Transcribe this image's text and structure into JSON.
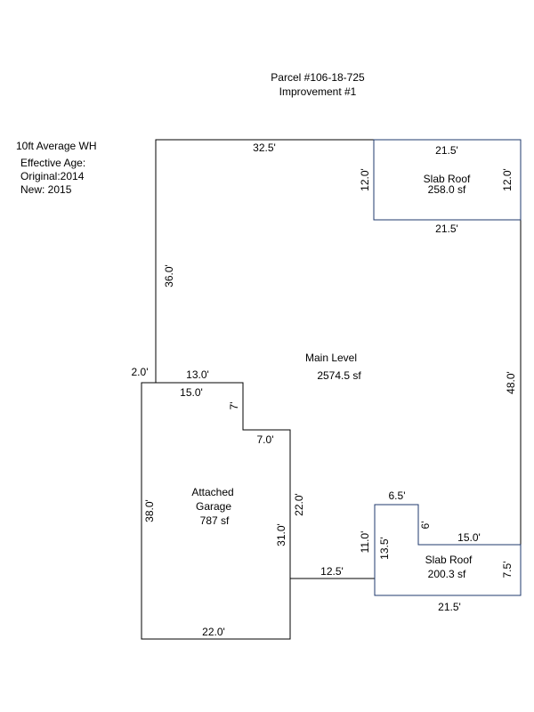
{
  "header": {
    "parcel": "Parcel  #106-18-725",
    "improvement": "Improvement #1"
  },
  "notes": {
    "line1": "10ft Average WH",
    "line2": "Effective Age:",
    "line3": "Original:2014",
    "line4": "New: 2015"
  },
  "areas": {
    "main_level": {
      "name": "Main Level",
      "area": "2574.5 sf"
    },
    "slab_roof_top": {
      "name": "Slab Roof",
      "area": "258.0 sf"
    },
    "slab_roof_bottom": {
      "name": "Slab Roof",
      "area": "200.3 sf"
    },
    "garage": {
      "name_line1": "Attached",
      "name_line2": "Garage",
      "area": "787 sf"
    }
  },
  "dimensions": {
    "top_main": "32.5'",
    "slab_top_top": "21.5'",
    "slab_top_bottom": "21.5'",
    "slab_top_left": "12.0'",
    "slab_top_right": "12.0'",
    "main_left": "36.0'",
    "main_right": "48.0'",
    "step_left": "2.0'",
    "garage_top_outer": "13.0'",
    "garage_top_inner": "15.0'",
    "notch_7": "7'",
    "notch_7_0": "7.0'",
    "garage_left": "38.0'",
    "garage_right_inner": "31.0'",
    "main_inner_22": "22.0'",
    "garage_bottom": "22.0'",
    "connector_12_5": "12.5'",
    "slab_bot_left_11": "11.0'",
    "slab_bot_left_13_5": "13.5'",
    "bump_6_5": "6.5'",
    "bump_6": "6'",
    "slab_bot_top": "15.0'",
    "slab_bot_right": "7.5'",
    "slab_bot_bottom": "21.5'"
  },
  "colors": {
    "main_outline": "#000000",
    "slab_outline": "#1f3a6e"
  }
}
